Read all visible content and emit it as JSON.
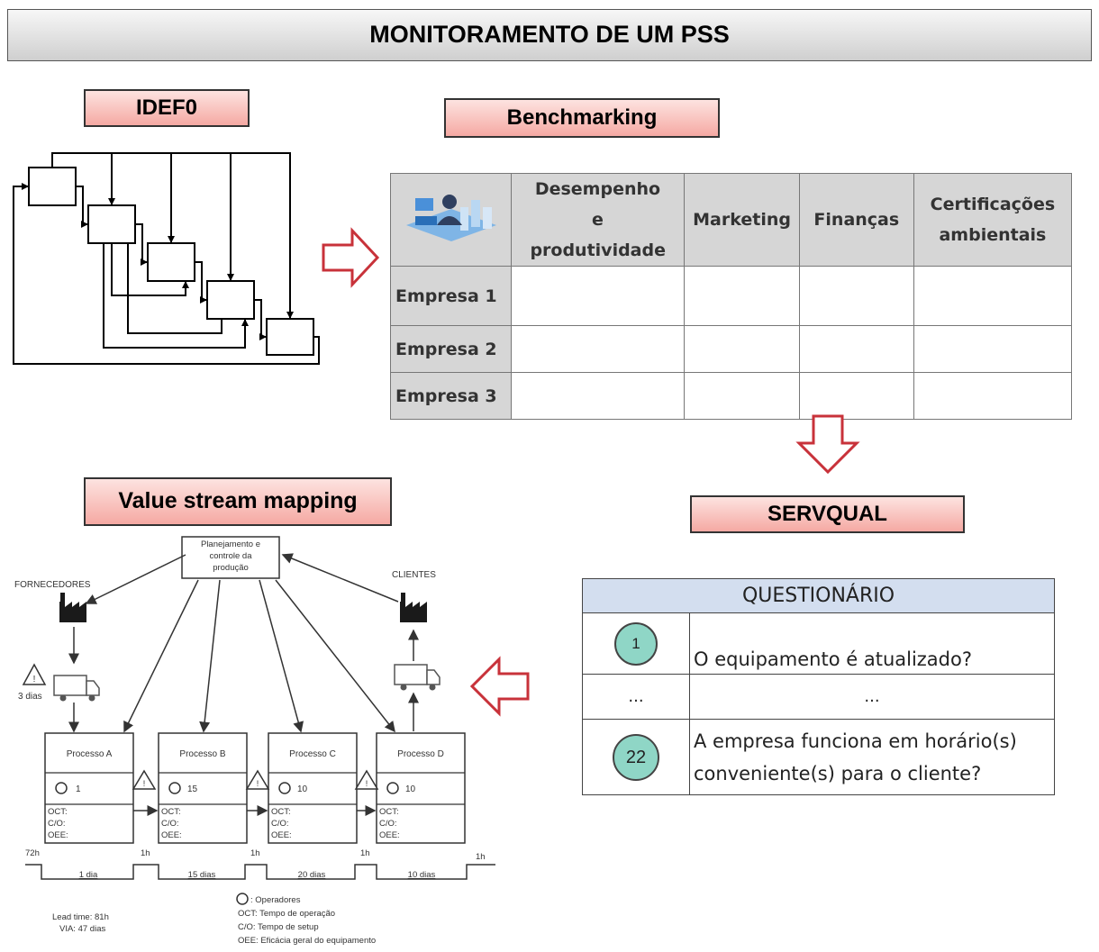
{
  "title": "MONITORAMENTO DE UM PSS",
  "idef0": {
    "label": "IDEF0"
  },
  "benchmarking": {
    "label": "Benchmarking",
    "columns": [
      "Desempenho e produtividade",
      "Marketing",
      "Finanças",
      "Certificações ambientais"
    ],
    "rows": [
      "Empresa 1",
      "Empresa 2",
      "Empresa 3"
    ]
  },
  "servqual": {
    "label": "SERVQUAL",
    "header": "QUESTIONÁRIO",
    "rows": [
      {
        "num": "1",
        "text": "O equipamento é atualizado?"
      },
      {
        "num": "...",
        "text": "..."
      },
      {
        "num": "22",
        "text_line1": "A empresa funciona em horário(s)",
        "text_line2": "conveniente(s) para o cliente?"
      }
    ]
  },
  "vsm": {
    "label": "Value stream mapping",
    "planning": [
      "Planejamento e",
      "controle da",
      "produção"
    ],
    "suppliers": "FORNECEDORES",
    "clients": "CLIENTES",
    "supplier_inventory": "3 dias",
    "processes": [
      {
        "name": "Processo A",
        "operators": "1"
      },
      {
        "name": "Processo B",
        "operators": "15"
      },
      {
        "name": "Processo C",
        "operators": "10"
      },
      {
        "name": "Processo D",
        "operators": "10"
      }
    ],
    "process_fields": [
      "OCT:",
      "C/O:",
      "OEE:"
    ],
    "timeline_top": [
      "72h",
      "1h",
      "1h",
      "1h",
      "1h"
    ],
    "timeline_bottom": [
      "1 dia",
      "15 dias",
      "20 dias",
      "10 dias"
    ],
    "lead_time": "Lead time: 81h",
    "via": "VIA: 47 dias",
    "legend": [
      ": Operadores",
      "OCT: Tempo de operação",
      "C/O: Tempo de setup",
      "OEE: Eficácia geral do equipamento"
    ]
  }
}
